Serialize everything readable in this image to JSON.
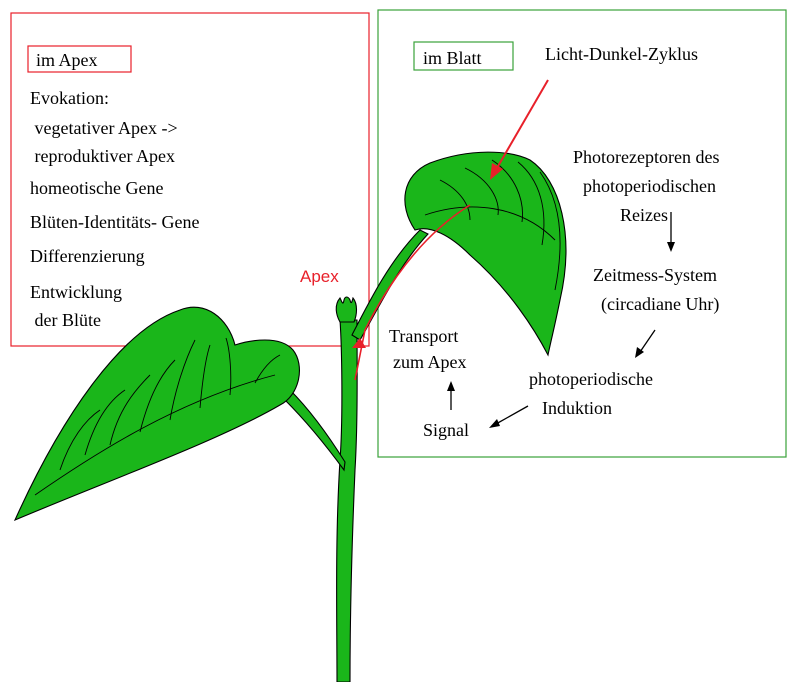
{
  "colors": {
    "apex_box": "#e8202a",
    "blatt_box": "#3aa23a",
    "leaf_fill": "#1ab61a",
    "apex_label": "#e8202a",
    "stroke": "#000000",
    "arrow_red": "#e8202a"
  },
  "apex_panel": {
    "tag": "im Apex",
    "lines": [
      "Evokation:",
      " vegetativer Apex ->",
      " reproduktiver Apex",
      "homeotische Gene",
      "Blüten-Identitäts- Gene",
      "Differenzierung",
      "Entwicklung",
      " der Blüte"
    ]
  },
  "blatt_panel": {
    "tag": "im Blatt",
    "licht": "Licht-Dunkel-Zyklus",
    "photorezeptoren": [
      "Photorezeptoren des",
      "photoperiodischen",
      "Reizes"
    ],
    "zeitmess": [
      "Zeitmess-System",
      "(circadiane Uhr)"
    ],
    "induktion": [
      "photoperiodische",
      "Induktion"
    ],
    "signal": "Signal",
    "transport": [
      "Transport",
      "zum Apex"
    ]
  },
  "apex_label": "Apex",
  "icons": {
    "plant": "plant-illustration",
    "leaf_left": "leaf-icon",
    "leaf_right": "leaf-icon"
  }
}
